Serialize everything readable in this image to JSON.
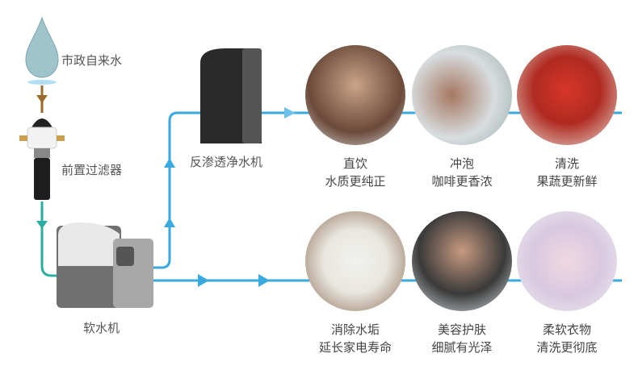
{
  "sources": {
    "tap_water": "市政自来水",
    "pre_filter": "前置过滤器",
    "softener": "软水机",
    "ro_purifier": "反渗透净水机"
  },
  "uses_top": [
    {
      "line1": "直饮",
      "line2": "水质更纯正"
    },
    {
      "line1": "冲泡",
      "line2": "咖啡更香浓"
    },
    {
      "line1": "清洗",
      "line2": "果蔬更新鲜"
    }
  ],
  "uses_bottom": [
    {
      "line1": "消除水垢",
      "line2": "延长家电寿命"
    },
    {
      "line1": "美容护肤",
      "line2": "细腻有光泽"
    },
    {
      "line1": "柔软衣物",
      "line2": "清洗更彻底"
    }
  ],
  "colors": {
    "flow": "#3aa9de",
    "inlet": "#2aaea0",
    "raw": "#9a6a2a"
  }
}
